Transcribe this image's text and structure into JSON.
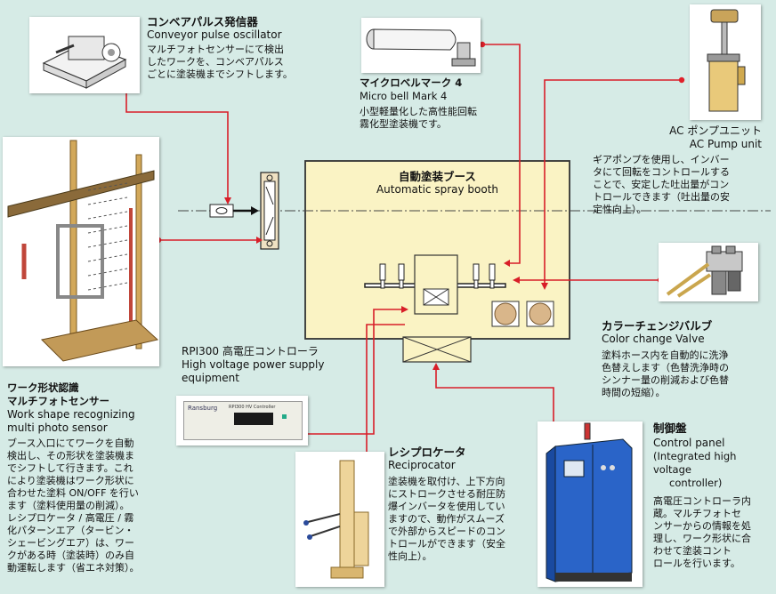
{
  "booth": {
    "title_jp": "自動塗装ブース",
    "title_en": "Automatic spray booth"
  },
  "conveyor_pulse": {
    "title_jp": "コンベアパルス発信器",
    "title_en": "Conveyor pulse oscillator",
    "desc": [
      "マルチフォトセンサーにて検出",
      "したワークを、コンベアパルス",
      "ごとに塗装機までシフトします。"
    ]
  },
  "micro_bell": {
    "title_jp": "マイクロベルマーク 4",
    "title_en": "Micro bell Mark 4",
    "desc": [
      "小型軽量化した高性能回転",
      "霧化型塗装機です。"
    ]
  },
  "ac_pump": {
    "title_jp": "AC ポンプユニット",
    "title_en": "AC Pump unit",
    "desc": [
      "ギアポンプを使用し、インバー",
      "タにて回転をコントロールする",
      "ことで、安定した吐出量がコン",
      "トロールできます（吐出量の安",
      "定性向上）。"
    ]
  },
  "color_valve": {
    "title_jp": "カラーチェンジバルブ",
    "title_en": "Color change Valve",
    "desc": [
      "塗料ホース内を自動的に洗浄",
      "色替えします（色替洗浄時の",
      "シンナー量の削減および色替",
      "時間の短縮）。"
    ]
  },
  "hv_controller": {
    "title_jp": "RPI300 高電圧コントローラ",
    "title_en": [
      "High voltage power supply",
      "equipment"
    ],
    "brand": "Ransburg",
    "model": "RPI300 HV Controller"
  },
  "work_sensor": {
    "title_jp": [
      "ワーク形状認識",
      "マルチフォトセンサー"
    ],
    "title_en": [
      "Work shape recognizing",
      "multi photo sensor"
    ],
    "desc": [
      "ブース入口にてワークを自動",
      "検出し、その形状を塗装機ま",
      "でシフトして行きます。これ",
      "により塗装機はワーク形状に",
      "合わせた塗料 ON/OFF を行い",
      "ます（塗料使用量の削減）。",
      "レシプロケータ / 高電圧 / 霧",
      "化パターンエア（タービン・",
      "シェービングエア）は、ワー",
      "クがある時（塗装時）のみ自",
      "動運転します（省エネ対策）。"
    ]
  },
  "reciprocator": {
    "title_jp": "レシプロケータ",
    "title_en": "Reciprocator",
    "desc": [
      "塗装機を取付け、上下方向",
      "にストロークさせる耐圧防",
      "爆インバータを使用してい",
      "ますので、動作がスムーズ",
      "で外部からスピードのコン",
      "トロールができます（安全",
      "性向上）。"
    ]
  },
  "control_panel": {
    "title_jp": "制御盤",
    "title_en": [
      "Control panel",
      "(Integrated high voltage",
      "controller)"
    ],
    "desc": [
      "高電圧コントローラ内",
      "蔵。マルチフォトセ",
      "ンサーからの情報を処",
      "理し、ワーク形状に合",
      "わせて塗装コント",
      "ロールを行います。"
    ]
  },
  "colors": {
    "background": "#d6ebe6",
    "booth_fill": "#faf3c4",
    "wire": "#d81e28"
  }
}
